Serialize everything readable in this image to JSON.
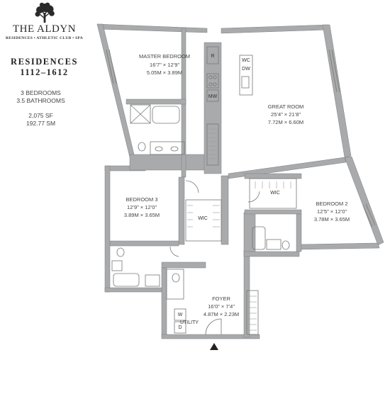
{
  "brand": {
    "name": "THE ALDYN",
    "tagline": "RESIDENCES • ATHLETIC CLUB • SPA",
    "logo_icon": "tree-icon"
  },
  "title": {
    "line1": "RESIDENCES",
    "line2": "1112–1612"
  },
  "specs": {
    "bedrooms": "3 BEDROOMS",
    "bathrooms": "3.5 BATHROOMS",
    "area_sf": "2,075 SF",
    "area_sm": "192.77 SM"
  },
  "rooms": {
    "master": {
      "name": "MASTER BEDROOM",
      "imperial": "16’7” × 12’9”",
      "metric": "5.05M × 3.89M"
    },
    "great": {
      "name": "GREAT ROOM",
      "imperial": "25’4” × 21’8”",
      "metric": "7.72M × 6.60M"
    },
    "bedroom3": {
      "name": "BEDROOM 3",
      "imperial": "12’9” × 12’0”",
      "metric": "3.89M × 3.65M"
    },
    "bedroom2": {
      "name": "BEDROOM 2",
      "imperial": "12’5” × 12’0”",
      "metric": "3.78M × 3.65M"
    },
    "foyer": {
      "name": "FOYER",
      "imperial": "16’0” × 7’4”",
      "metric": "4.87M × 2.23M"
    }
  },
  "labels": {
    "wic": "WIC",
    "utility": "UTILITY",
    "refrigerator": "R",
    "microwave": "MW",
    "wine_cooler": "WC",
    "dishwasher": "DW",
    "washer": "W",
    "dryer": "D"
  },
  "colors": {
    "wall": "#a9aaab",
    "wall_edge": "#7d7e80",
    "line": "#777777"
  }
}
